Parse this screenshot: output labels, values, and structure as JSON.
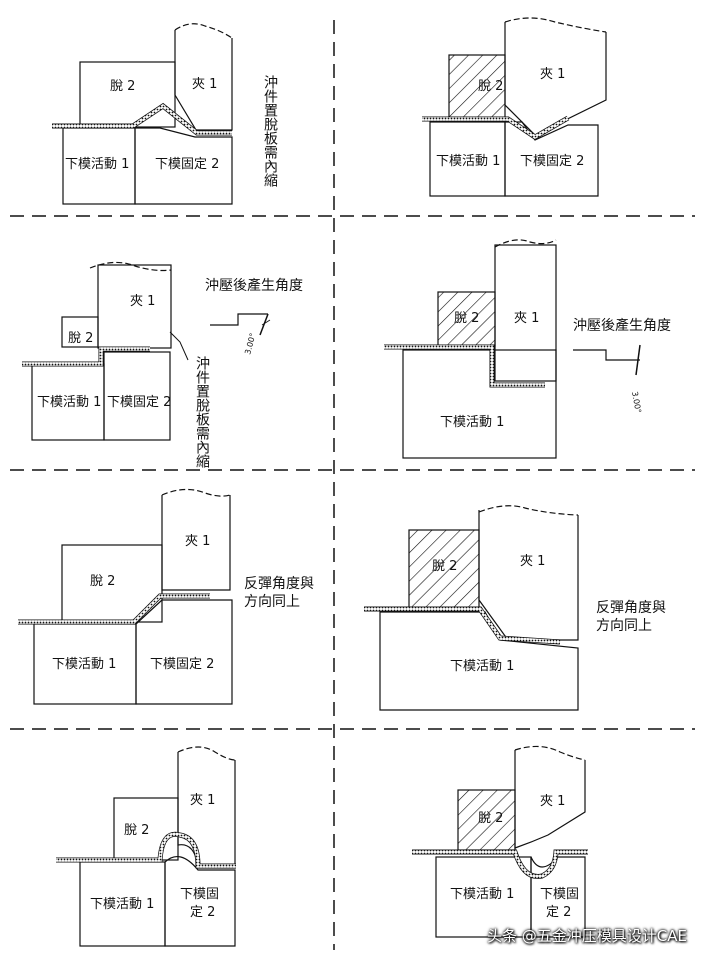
{
  "labels": {
    "stripper": "脫 2",
    "clamp": "夾 1",
    "lower_moving": "下模活動 1",
    "lower_fixed": "下模固定 2",
    "lower_fixed_line1": "下模固",
    "lower_fixed_line2": "定 2"
  },
  "notes": {
    "shrink": "沖件置脫板需內縮",
    "angle_after_press": "沖壓後產生角度",
    "springback": "反彈角度與方向同上",
    "springback_line1": "反彈角度與",
    "springback_line2": "方向同上",
    "angle_value": "3.00°"
  },
  "watermark": "头条 @五金冲压模具设计CAE"
}
